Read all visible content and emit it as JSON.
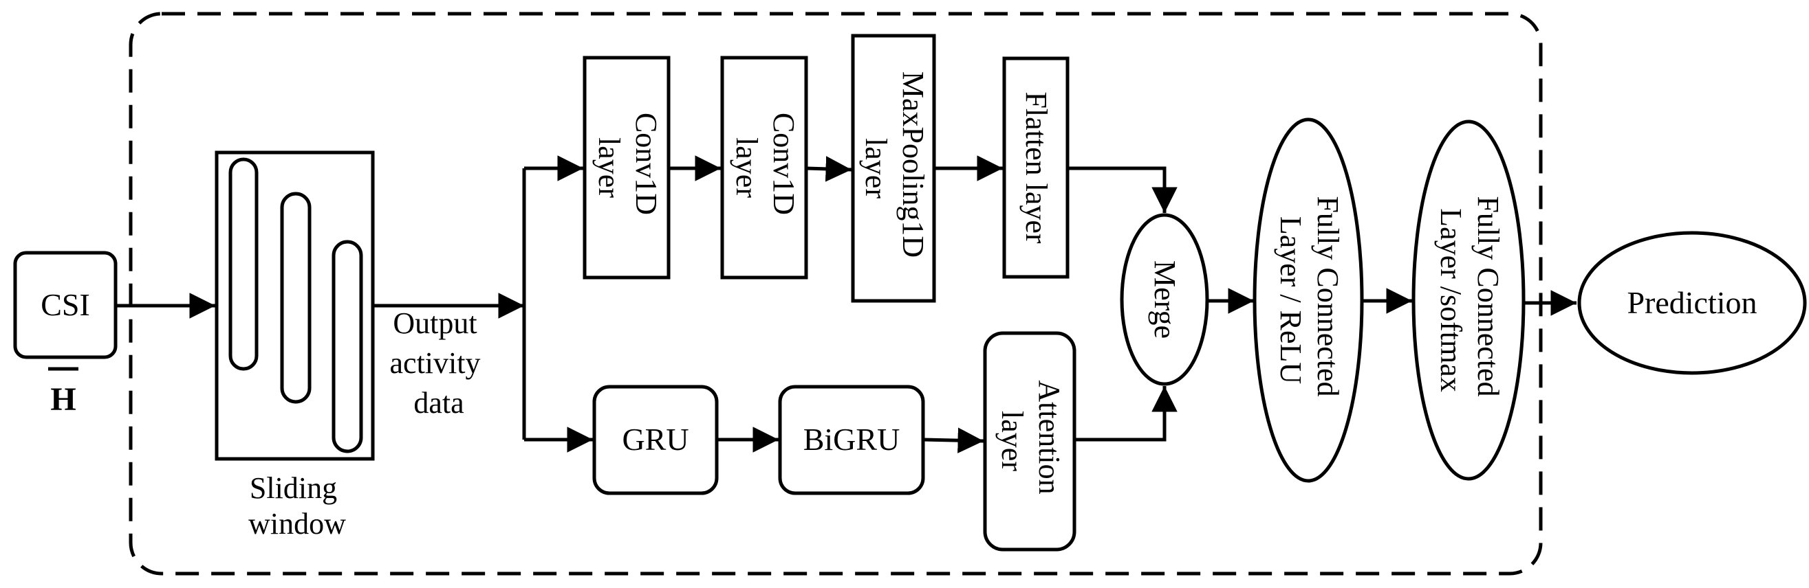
{
  "diagram": {
    "input": {
      "label": "CSI",
      "symbol": "H"
    },
    "sliding_window": {
      "line1": "Sliding",
      "line2": "window"
    },
    "output_data": {
      "line1": "Output",
      "line2": "activity",
      "line3": "data"
    },
    "cnn_branch": {
      "conv1": {
        "line1": "Conv1D",
        "line2": "layer"
      },
      "conv2": {
        "line1": "Conv1D",
        "line2": "layer"
      },
      "pool": {
        "line1": "MaxPooling1D",
        "line2": "layer"
      },
      "flatten": {
        "label": "Flatten layer"
      }
    },
    "rnn_branch": {
      "gru": {
        "label": "GRU"
      },
      "bigru": {
        "label": "BiGRU"
      },
      "attention": {
        "line1": "Attention",
        "line2": "layer"
      }
    },
    "merge": {
      "label": "Merge"
    },
    "fc_relu": {
      "line1": "Fully Connected",
      "line2": "Layer / ReLU"
    },
    "fc_softmax": {
      "line1": "Fully Connected",
      "line2": "Layer /softmax"
    },
    "prediction": {
      "label": "Prediction"
    }
  }
}
